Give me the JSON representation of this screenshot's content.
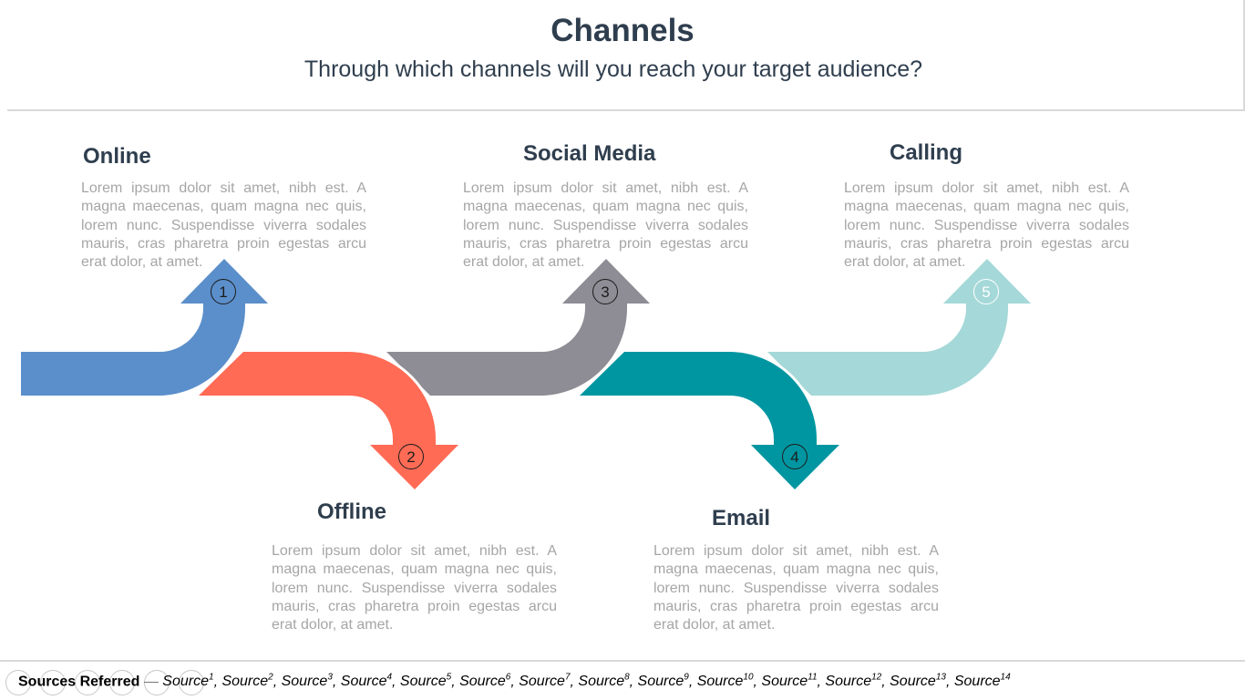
{
  "header": {
    "title": "Channels",
    "subtitle": "Through which channels will you reach your target audience?"
  },
  "steps": [
    {
      "number": "1",
      "heading": "Online",
      "body": "Lorem ipsum dolor sit amet, nibh est. A magna maecenas, quam magna nec quis, lorem nunc. Suspendisse viverra sodales mauris, cras pharetra proin egestas arcu erat dolor, at amet.",
      "color": "#5b8fcb"
    },
    {
      "number": "2",
      "heading": "Offline",
      "body": "Lorem ipsum dolor sit amet, nibh est. A magna maecenas, quam magna nec quis, lorem nunc. Suspendisse viverra sodales mauris, cras pharetra proin egestas arcu erat dolor, at amet.",
      "color": "#ff6b55"
    },
    {
      "number": "3",
      "heading": "Social Media",
      "body": "Lorem ipsum dolor sit amet, nibh est. A magna maecenas, quam magna nec quis, lorem nunc. Suspendisse viverra sodales mauris, cras pharetra proin egestas arcu erat dolor, at amet.",
      "color": "#8e8c94"
    },
    {
      "number": "4",
      "heading": "Email",
      "body": "Lorem ipsum dolor sit amet, nibh est. A magna maecenas, quam magna nec quis, lorem nunc. Suspendisse viverra sodales mauris, cras pharetra proin egestas arcu erat dolor, at amet.",
      "color": "#0096a1"
    },
    {
      "number": "5",
      "heading": "Calling",
      "body": "Lorem ipsum dolor sit amet, nibh est. A magna maecenas, quam magna nec quis, lorem nunc. Suspendisse viverra sodales mauris, cras pharetra proin egestas arcu erat dolor, at amet.",
      "color": "#a5d8d8"
    }
  ],
  "footer": {
    "label": "Sources Referred",
    "dash": "—",
    "sources": [
      "Source",
      "Source",
      "Source",
      "Source",
      "Source",
      "Source",
      "Source",
      "Source",
      "Source",
      "Source",
      "Source",
      "Source",
      "Source",
      "Source"
    ],
    "source_numbers": [
      "1",
      "2",
      "3",
      "4",
      "5",
      "6",
      "7",
      "8",
      "9",
      "10",
      "11",
      "12",
      "13",
      "14"
    ]
  },
  "controls": [
    "circle-button-icon",
    "circle-button-icon",
    "circle-button-icon",
    "grid-icon",
    "zoom-icon",
    "circle-button-icon"
  ]
}
